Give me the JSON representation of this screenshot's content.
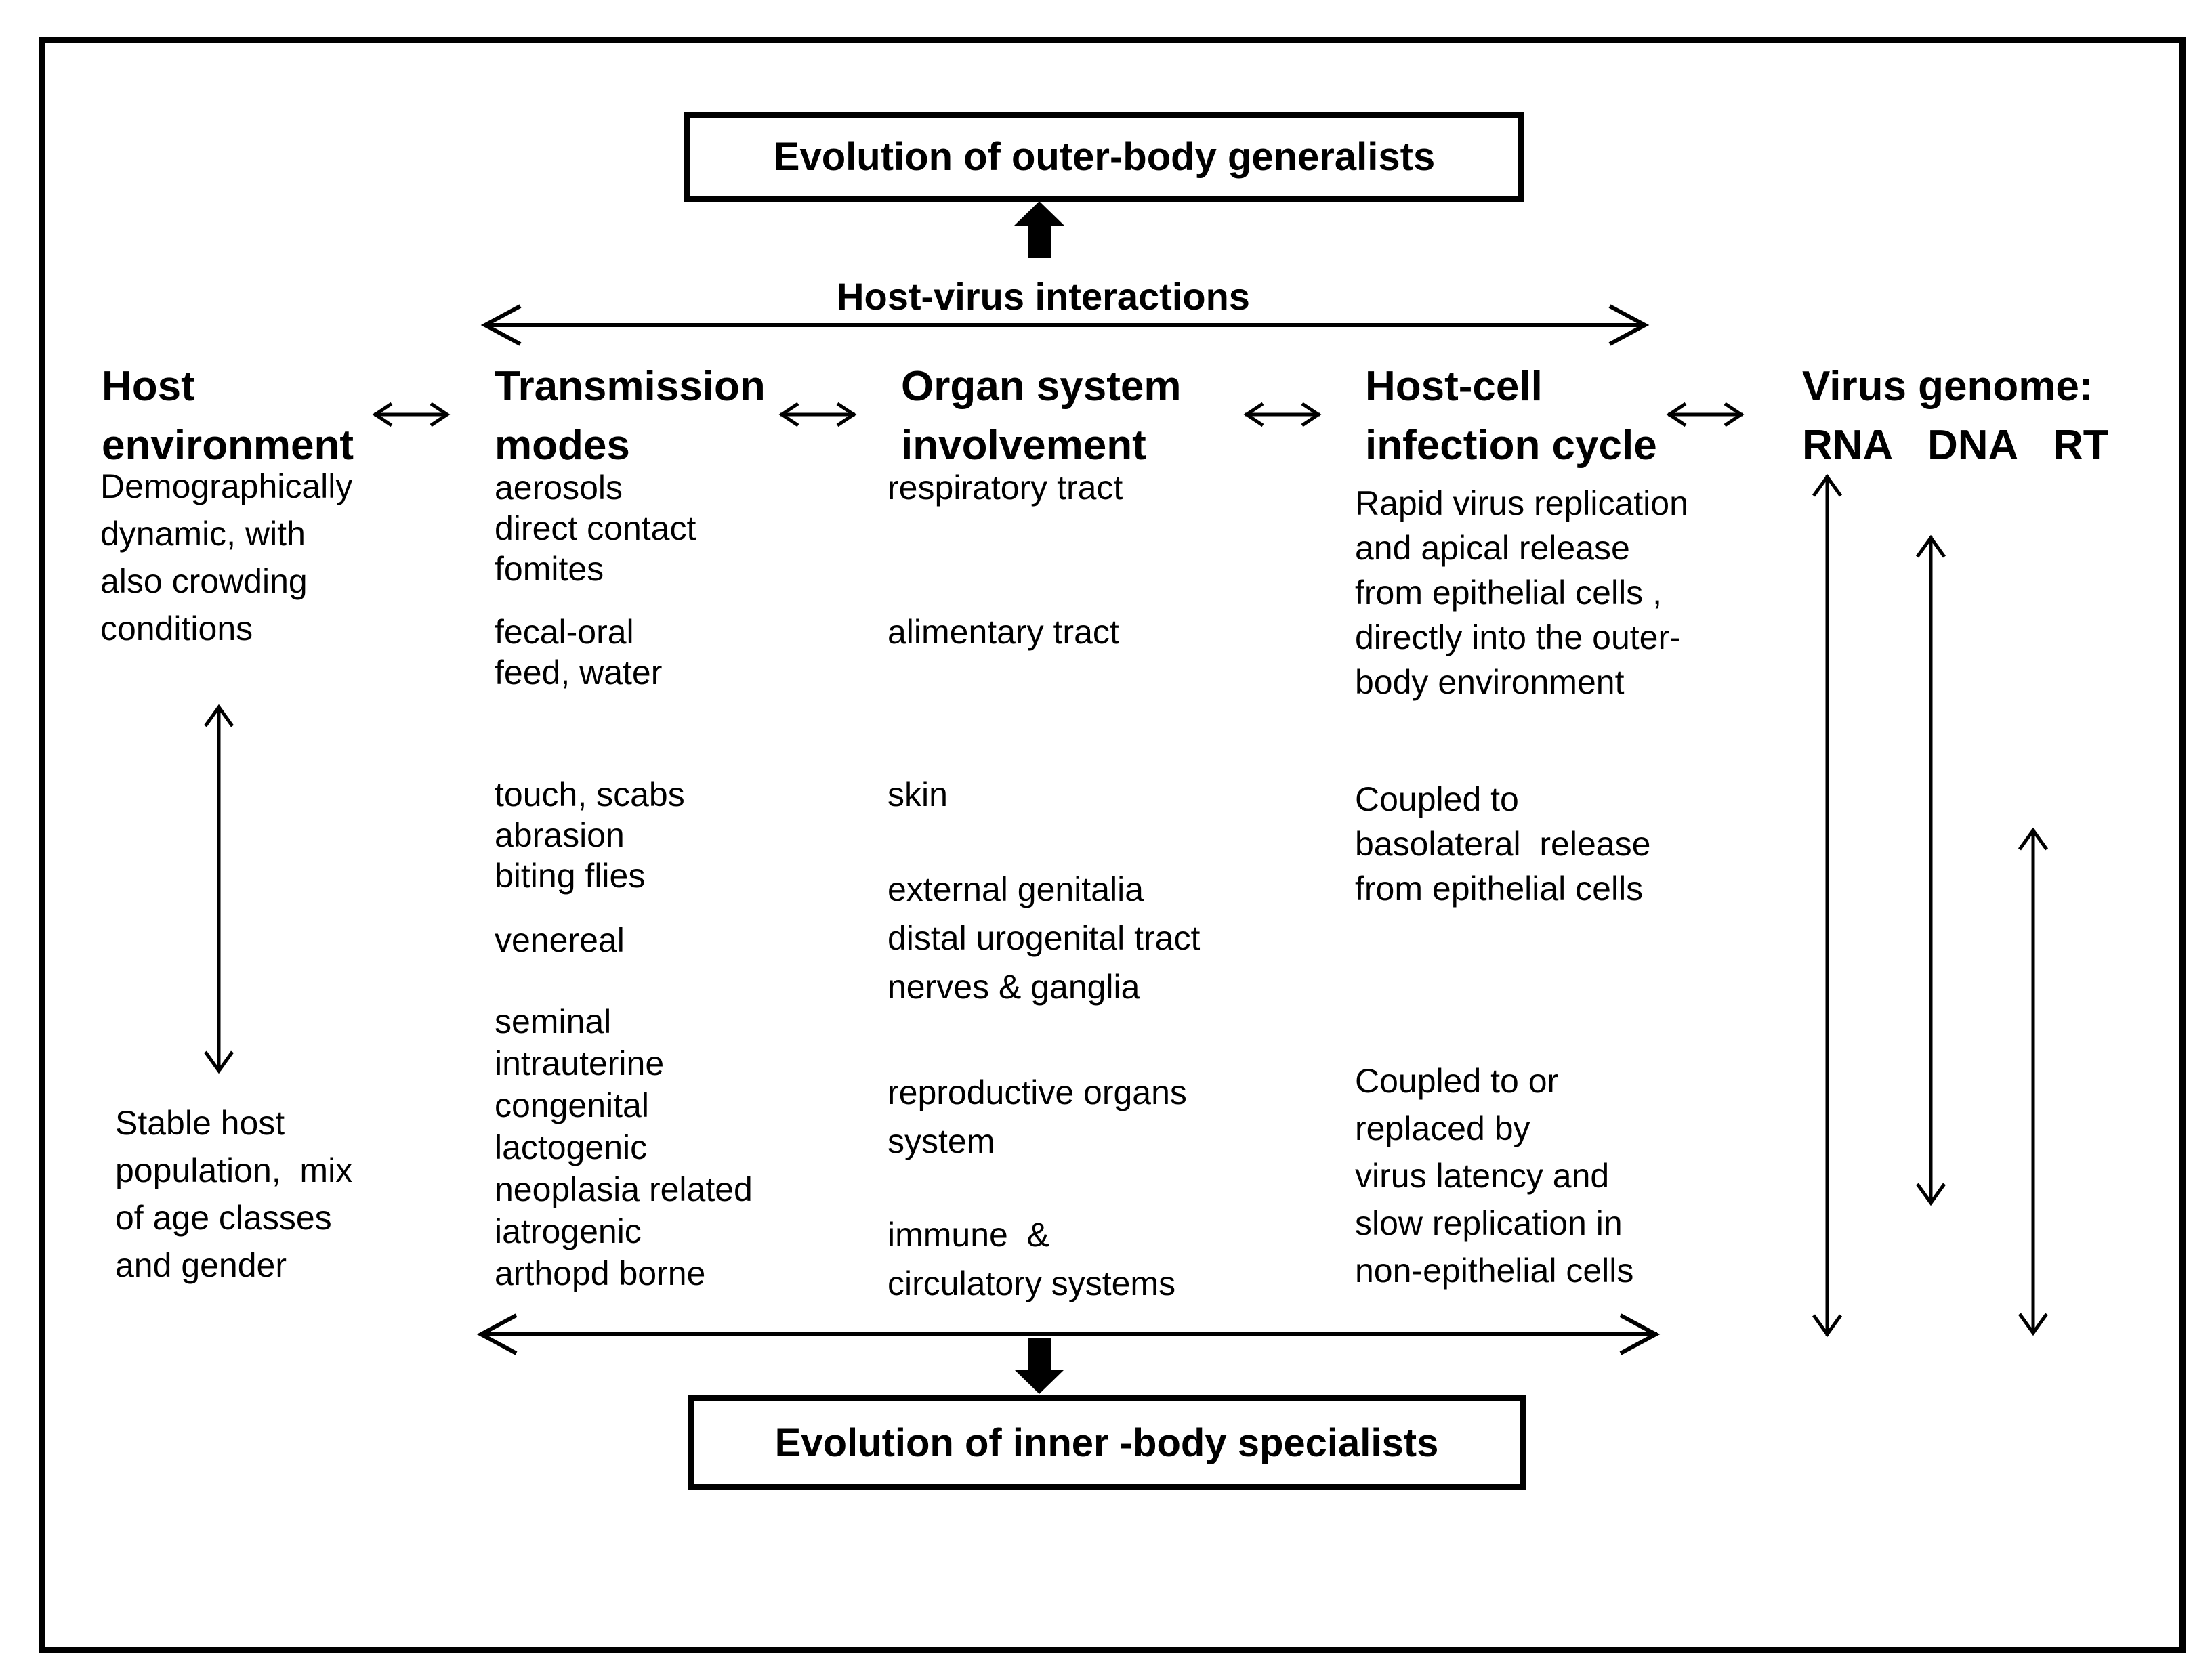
{
  "colors": {
    "background": "#ffffff",
    "ink": "#000000"
  },
  "boxes": {
    "top": "Evolution of outer-body generalists",
    "bottom": "Evolution of inner -body specialists"
  },
  "center_label": "Host-virus interactions",
  "headers": {
    "host_environment": [
      "Host",
      "environment"
    ],
    "transmission": [
      "Transmission",
      "modes"
    ],
    "organ": [
      "Organ system",
      "involvement"
    ],
    "host_cell": [
      "Host-cell",
      "infection cycle"
    ],
    "virus_genome": "Virus genome:",
    "genome_types": [
      "RNA",
      "DNA",
      "RT"
    ]
  },
  "host_environment": {
    "dynamic": [
      "Demographically",
      "dynamic, with",
      "also crowding",
      "conditions"
    ],
    "stable": [
      "Stable host",
      "population,  mix",
      "of age classes",
      "and gender"
    ]
  },
  "transmission": {
    "outer": [
      "aerosols",
      "direct contact",
      "fomites"
    ],
    "fecal_oral": [
      "fecal-oral",
      "feed, water"
    ],
    "skin_contact": [
      "touch, scabs",
      "abrasion",
      "biting flies"
    ],
    "venereal": "venereal",
    "inner": [
      "seminal",
      "intrauterine",
      "congenital",
      "lactogenic",
      "neoplasia related",
      "iatrogenic",
      "arthopd borne"
    ]
  },
  "organ_system": {
    "respiratory": "respiratory tract",
    "alimentary": "alimentary tract",
    "skin": "skin",
    "urogenital": [
      "external genitalia",
      "distal urogenital tract",
      "nerves & ganglia"
    ],
    "reproductive": [
      "reproductive organs",
      "system"
    ],
    "immune": [
      "immune  &",
      "circulatory systems"
    ]
  },
  "host_cell": {
    "rapid_apical": [
      "Rapid virus replication",
      "and apical release",
      "from epithelial cells ,",
      "directly into the outer-",
      "body environment"
    ],
    "basolateral": [
      "Coupled to",
      "basolateral  release",
      "from epithelial cells"
    ],
    "latency": [
      "Coupled to or",
      "replaced by",
      "virus latency and",
      "slow replication in",
      "non-epithelial cells"
    ]
  },
  "icons": {
    "up_block_arrow": "solid black block arrow pointing up",
    "down_block_arrow": "solid black block arrow pointing down",
    "horizontal_span_arrow": "thin double-headed horizontal arrow",
    "vertical_span_arrow": "thin double-headed vertical arrow",
    "header_link_arrow": "small double-headed arrow between column headers"
  }
}
